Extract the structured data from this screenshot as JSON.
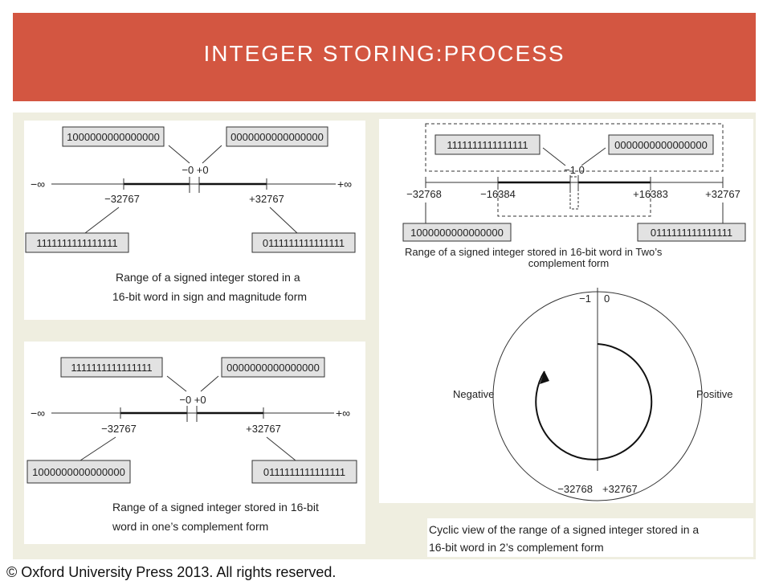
{
  "header": {
    "title": "INTEGER STORING:PROCESS",
    "color": "#d35641"
  },
  "sign_magnitude": {
    "box_left_top": "1000000000000000",
    "box_right_top": "0000000000000000",
    "zero_label": "−0 +0",
    "neg_inf": "−∞",
    "pos_inf": "+∞",
    "min_label": "−32767",
    "max_label": "+32767",
    "box_left_bottom": "1111111111111111",
    "box_right_bottom": "0111111111111111",
    "caption_line1": "Range of a signed integer stored in a",
    "caption_line2": "16-bit word in sign and magnitude form"
  },
  "ones_complement": {
    "box_left_top": "1111111111111111",
    "box_right_top": "0000000000000000",
    "zero_label": "−0 +0",
    "neg_inf": "−∞",
    "pos_inf": "+∞",
    "min_label": "−32767",
    "max_label": "+32767",
    "box_left_bottom": "1000000000000000",
    "box_right_bottom": "0111111111111111",
    "caption_line1": "Range of a signed integer stored in 16-bit",
    "caption_line2": "word in one’s complement form"
  },
  "twos_complement": {
    "box_left_top": "1111111111111111",
    "box_right_top": "0000000000000000",
    "zero_label": "−1  0",
    "min_label": "−32768",
    "half_neg_label": "−16384",
    "half_pos_label": "+16383",
    "max_label": "+32767",
    "box_left_bottom": "1000000000000000",
    "box_right_bottom": "0111111111111111",
    "caption_line1": "Range of a signed integer stored in 16-bit word in Two’s",
    "caption_line2": "complement form"
  },
  "cyclic_view": {
    "top_left": "−1",
    "top_right": "0",
    "negative": "Negative",
    "positive": "Positive",
    "bottom_left": "−32768",
    "bottom_right": "+32767",
    "caption_line1": "Cyclic view of the range of a signed integer stored in a",
    "caption_line2": "16-bit word in 2’s complement form"
  },
  "footer": {
    "copyright": "© Oxford University Press 2013. All rights reserved."
  }
}
